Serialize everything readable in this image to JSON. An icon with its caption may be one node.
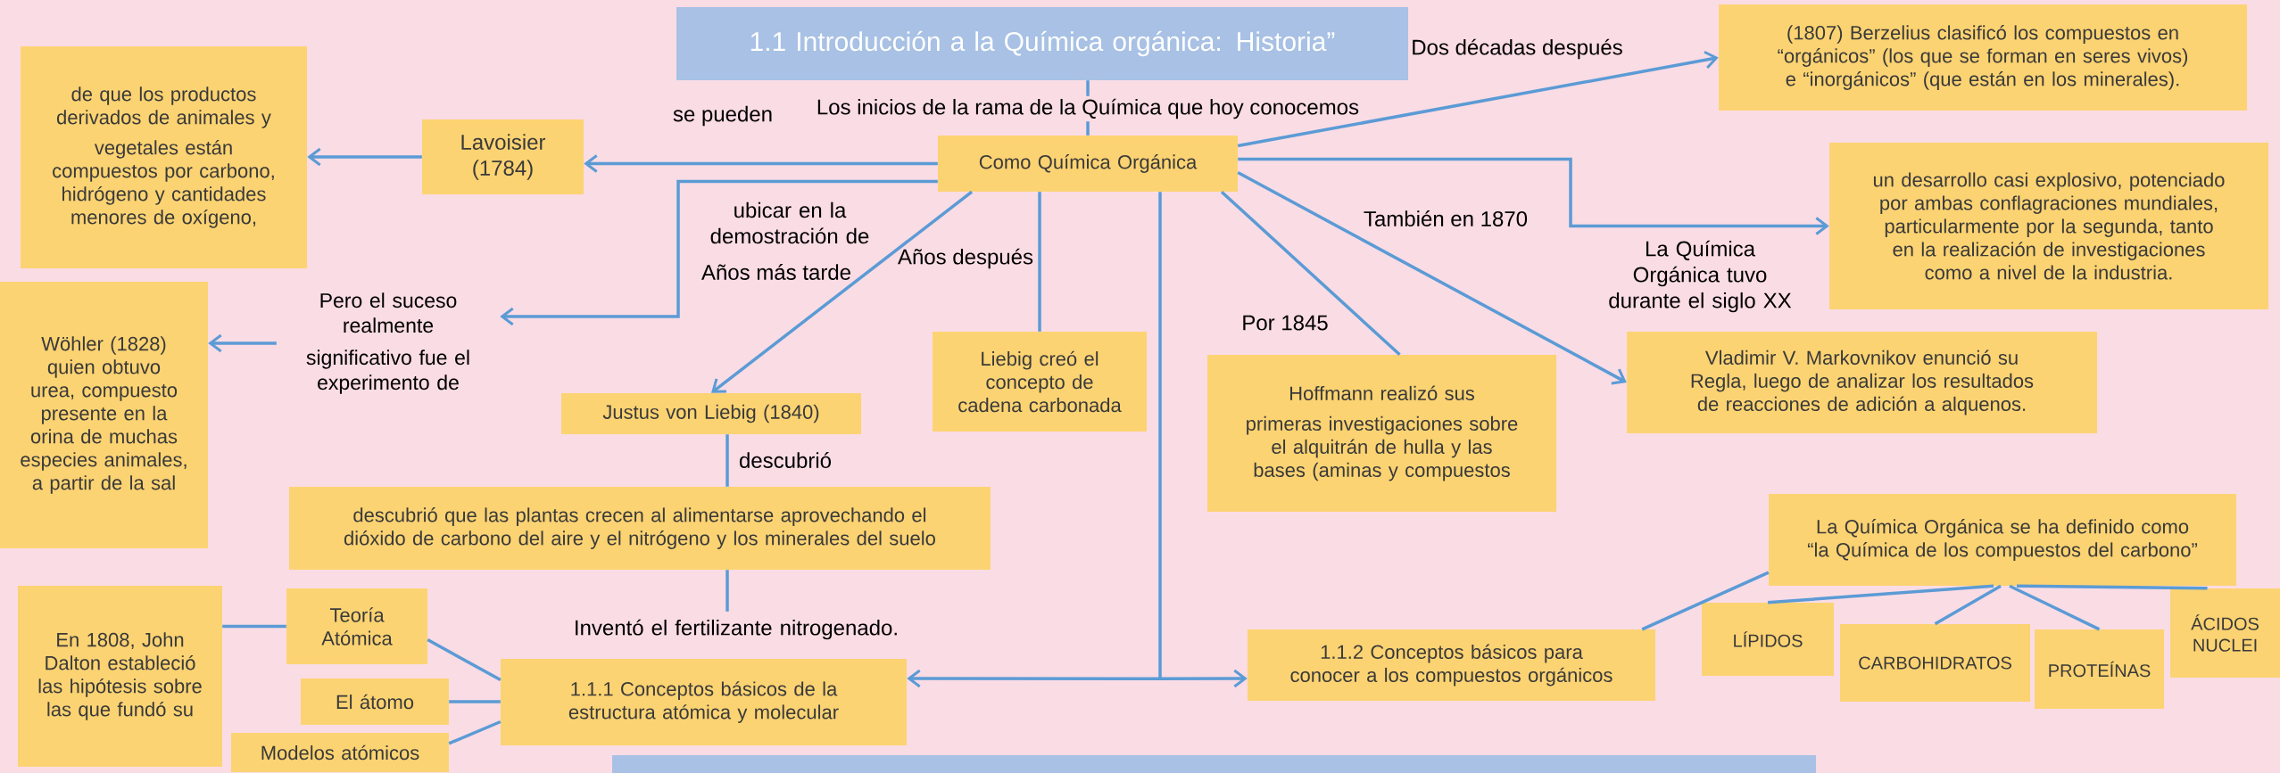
{
  "diagram": {
    "nodes": [
      {
        "text": [
          "de que los productos derivados de animales y",
          "vegetales están compuestos por carbono, hidrógeno y cantidades menores de oxígeno,"
        ]
      },
      {
        "text": [
          "1.1 Introducción a la Química orgánica: Historia”"
        ]
      },
      {
        "text": [
          "(1807) Berzelius clasificó los compuestos en “orgánicos” (los que se forman en seres vivos) e “inorgánicos” (que están en los minerales)."
        ]
      },
      {
        "text": [
          "Lavoisier (1784)"
        ]
      },
      {
        "text": [
          "Como Química Orgánica"
        ]
      },
      {
        "text": [
          "un desarrollo casi explosivo, potenciado por ambas conflagraciones mundiales, particularmente por la segunda, tanto en la realización de investigaciones como a nivel de la industria."
        ]
      },
      {
        "text": [
          "Pero el suceso realmente",
          "significativo fue el experimento de"
        ]
      },
      {
        "text": [
          "Wöhler (1828) quien obtuvo urea, compuesto presente en la orina de muchas especies animales, a partir de la sal"
        ]
      },
      {
        "text": [
          "Liebig creó el concepto de cadena carbonada"
        ]
      },
      {
        "text": [
          "Vladimir V. Markovnikov enunció su Regla, luego de analizar los resultados de reacciones de adición a alquenos."
        ]
      },
      {
        "text": [
          "Hoffmann realizó sus",
          "primeras investigaciones sobre el alquitrán de hulla y las bases (aminas y compuestos"
        ]
      },
      {
        "text": [
          "Justus von Liebig (1840)"
        ]
      },
      {
        "text": [
          "descubrió que las plantas crecen al alimentarse aprovechando el dióxido de carbono del aire y el nitrógeno y los minerales del suelo"
        ]
      },
      {
        "text": [
          "La Química Orgánica se ha definido como “la Química de los compuestos del carbono”"
        ]
      },
      {
        "text": [
          "En 1808, John Dalton estableció las hipótesis sobre las que fundó su"
        ]
      },
      {
        "text": [
          "Teoría Atómica"
        ]
      },
      {
        "text": [
          "Inventó el fertilizante nitrogenado."
        ]
      },
      {
        "text": [
          "ÁCIDOS NUCLEI"
        ]
      },
      {
        "text": [
          "LÍPIDOS"
        ]
      },
      {
        "text": [
          "1.1.2 Conceptos básicos para conocer a los compuestos orgánicos"
        ]
      },
      {
        "text": [
          "CARBOHIDRATOS"
        ]
      },
      {
        "text": [
          "PROTEÍNAS"
        ]
      },
      {
        "text": [
          "El átomo"
        ]
      },
      {
        "text": [
          "1.1.1 Conceptos básicos de la estructura atómica y molecular"
        ]
      },
      {
        "text": [
          "Modelos atómicos"
        ]
      },
      {
        "text": [],
        "shape": "bar"
      }
    ],
    "edges": [
      {
        "from": 1,
        "to": 4,
        "arrow": "none",
        "label": "Los inicios de la rama de la Química que hoy conocemos"
      },
      {
        "from": 4,
        "to": 3,
        "arrow": "to",
        "label": "se pueden"
      },
      {
        "from": 4,
        "to": 6,
        "arrow": "to",
        "label": "ubicar en la demostración de"
      },
      {
        "from": 3,
        "to": 0,
        "arrow": "to"
      },
      {
        "from": 6,
        "to": 7,
        "arrow": "to"
      },
      {
        "from": 4,
        "to": 11,
        "arrow": "to",
        "label": "Años más tarde"
      },
      {
        "from": 4,
        "to": 8,
        "arrow": "none",
        "label": "Años después"
      },
      {
        "from": 4,
        "to": 10,
        "arrow": "none",
        "label": "Por 1845"
      },
      {
        "from": 4,
        "to": 9,
        "arrow": "to",
        "label": "También en 1870"
      },
      {
        "from": 4,
        "to": 2,
        "arrow": "to",
        "label": "Dos décadas después"
      },
      {
        "from": 4,
        "to": 5,
        "arrow": "to",
        "label": "La Química Orgánica tuvo durante el siglo XX"
      },
      {
        "from": 11,
        "to": 12,
        "arrow": "none",
        "label": "descubrió"
      },
      {
        "from": 12,
        "to": 16,
        "arrow": "none"
      },
      {
        "from": 14,
        "to": 15,
        "arrow": "none"
      },
      {
        "from": 15,
        "to": 23,
        "arrow": "none"
      },
      {
        "from": 22,
        "to": 23,
        "arrow": "none"
      },
      {
        "from": 24,
        "to": 23,
        "arrow": "none"
      },
      {
        "from": 4,
        "to": 23,
        "arrow": "to"
      },
      {
        "from": 4,
        "to": 19,
        "arrow": "to"
      },
      {
        "from": 19,
        "to": 13,
        "arrow": "none"
      },
      {
        "from": 13,
        "to": 18,
        "arrow": "none"
      },
      {
        "from": 13,
        "to": 20,
        "arrow": "none"
      },
      {
        "from": 13,
        "to": 21,
        "arrow": "none"
      },
      {
        "from": 13,
        "to": 17,
        "arrow": "none"
      }
    ]
  }
}
